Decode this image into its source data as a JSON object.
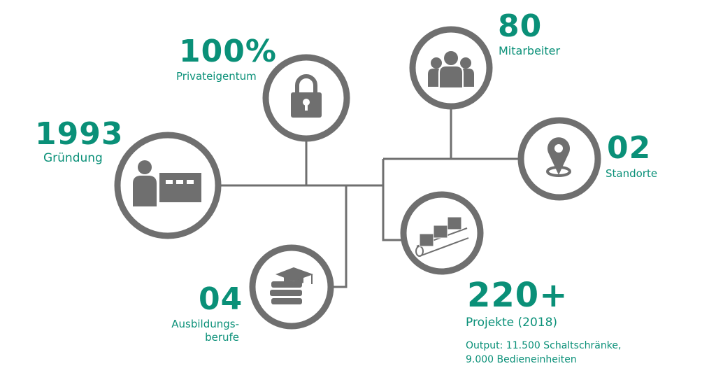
{
  "accent_color": "#0a9078",
  "line_color": "#6f6f6f",
  "facts": [
    {
      "value": "1993",
      "label": "Gründung",
      "icon": "businessman-building-icon"
    },
    {
      "value": "100%",
      "label": "Privateigentum",
      "icon": "lock-icon"
    },
    {
      "value": "04",
      "label_line1": "Ausbildungs-",
      "label_line2": "berufe",
      "icon": "graduation-books-icon"
    },
    {
      "value": "80",
      "label": "Mitarbeiter",
      "icon": "people-group-icon"
    },
    {
      "value": "02",
      "label": "Standorte",
      "icon": "location-pin-icon"
    },
    {
      "value": "220+",
      "label": "Projekte (2018)",
      "detail_line1": "Output: 11.500 Schaltschränke,",
      "detail_line2": "9.000 Bedieneinheiten",
      "icon": "conveyor-boxes-icon"
    }
  ]
}
